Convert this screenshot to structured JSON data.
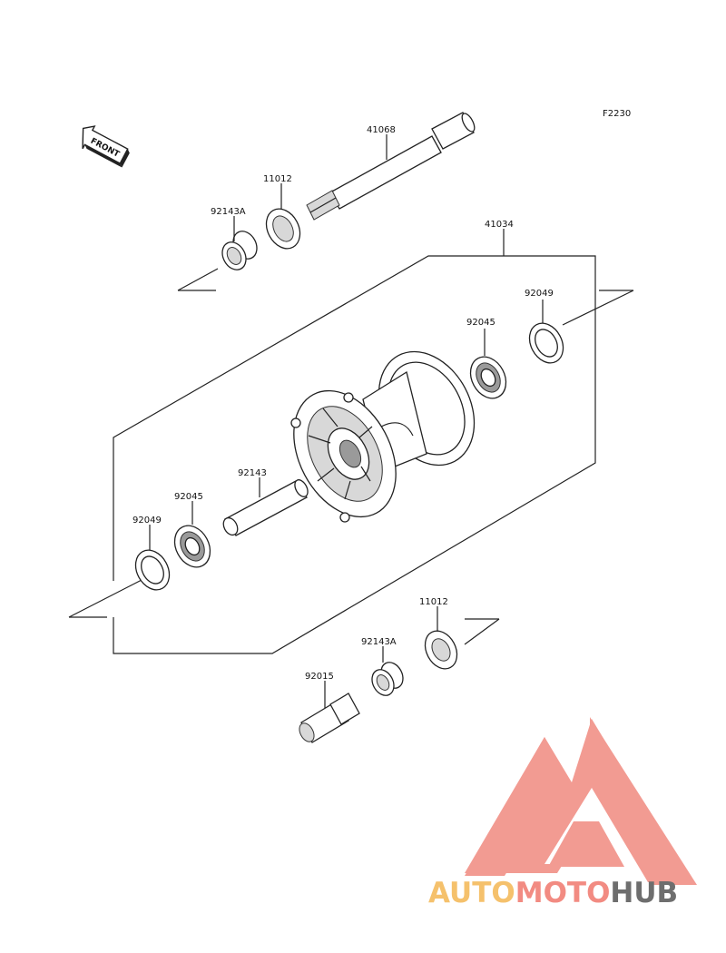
{
  "figure_code": "F2230",
  "front_label": "FRONT",
  "parts": {
    "axle": "41068",
    "hub": "41034",
    "seal_upper": "11012",
    "collar_upper": "92143A",
    "bearing_right": "92045",
    "circlip_right": "92049",
    "spacer": "92143",
    "bearing_left": "92045",
    "circlip_left": "92049",
    "seal_lower": "11012",
    "collar_lower": "92143A",
    "axle_nut": "92015"
  },
  "watermark": {
    "text": "AUTOMOTOHUB",
    "part1": "AUTO",
    "part2": "MOTO",
    "part3": "HUB",
    "color_auto": "#f5c16c",
    "color_moto": "#f28b82",
    "color_hub": "#6e6e6e",
    "logo_color": "#f08a80"
  }
}
